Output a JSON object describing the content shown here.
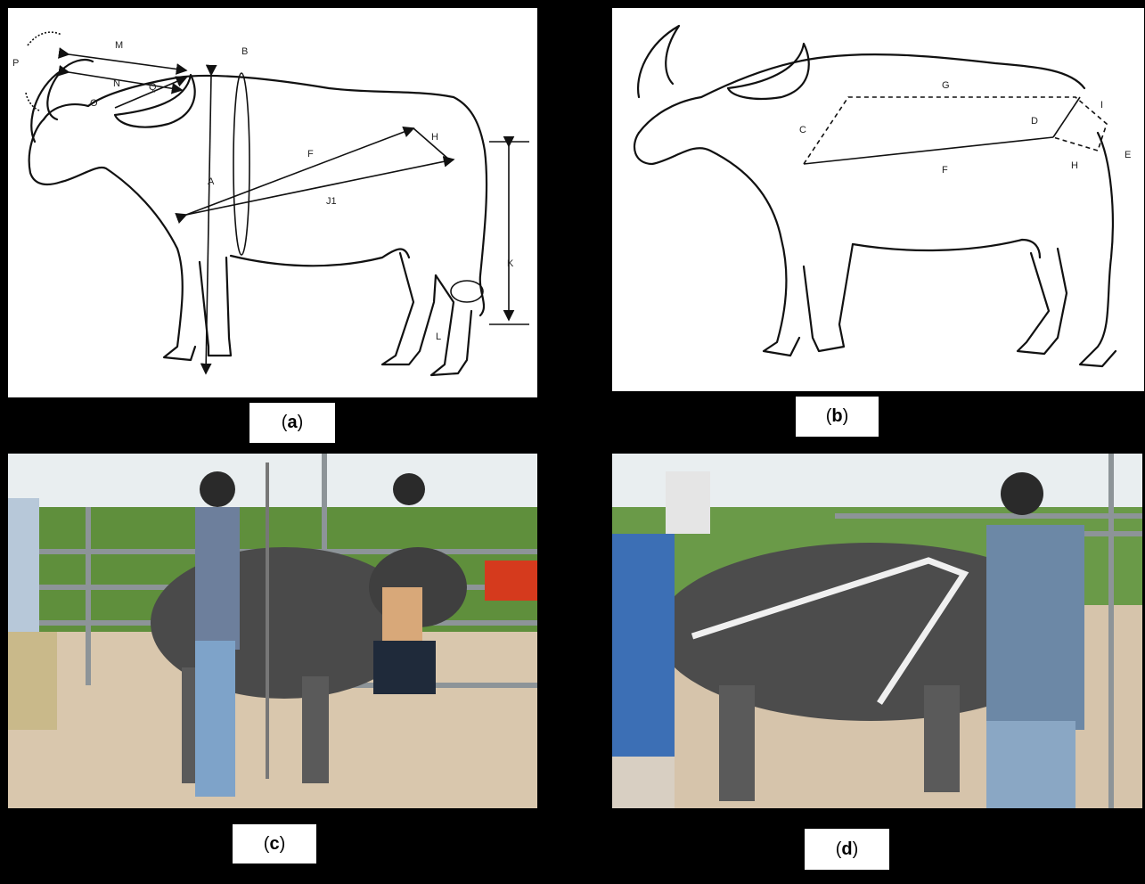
{
  "panel_a": {
    "labels": {
      "M": "M",
      "P": "P",
      "N": "N",
      "O": "O",
      "Q": "Q",
      "B": "B",
      "A": "A",
      "F": "F",
      "H": "H",
      "J1": "J1",
      "K": "K",
      "L": "L"
    },
    "caption": {
      "open": "(",
      "letter": "a",
      "close": ")"
    }
  },
  "panel_b": {
    "labels": {
      "G": "G",
      "C": "C",
      "D": "D",
      "I": "I",
      "E": "E",
      "F": "F",
      "H": "H"
    },
    "caption": {
      "open": "(",
      "letter": "b",
      "close": ")"
    }
  },
  "panel_c": {
    "caption": {
      "open": "(",
      "letter": "c",
      "close": ")"
    }
  },
  "panel_d": {
    "caption": {
      "open": "(",
      "letter": "d",
      "close": ")"
    }
  }
}
